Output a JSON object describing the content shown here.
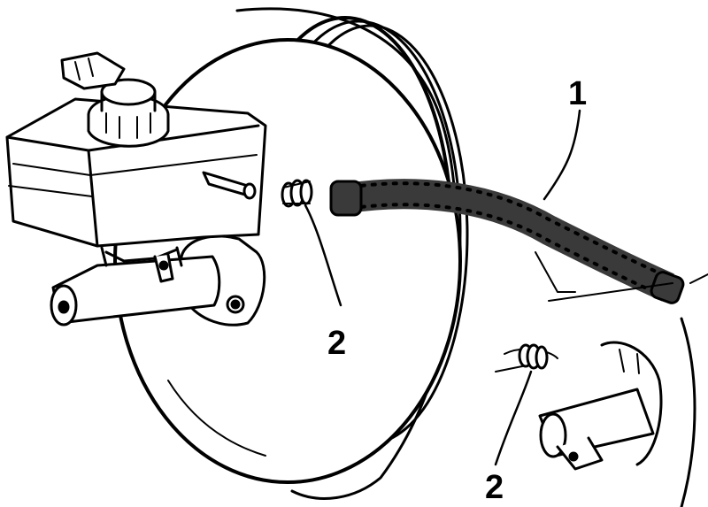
{
  "diagram": {
    "callouts": [
      {
        "id": "hose",
        "label": "1"
      },
      {
        "id": "seal-upper",
        "label": "2"
      },
      {
        "id": "seal-lower",
        "label": "2"
      }
    ],
    "colors": {
      "ink": "#000000",
      "paper": "#ffffff",
      "hose": "#3a3a3a"
    }
  }
}
